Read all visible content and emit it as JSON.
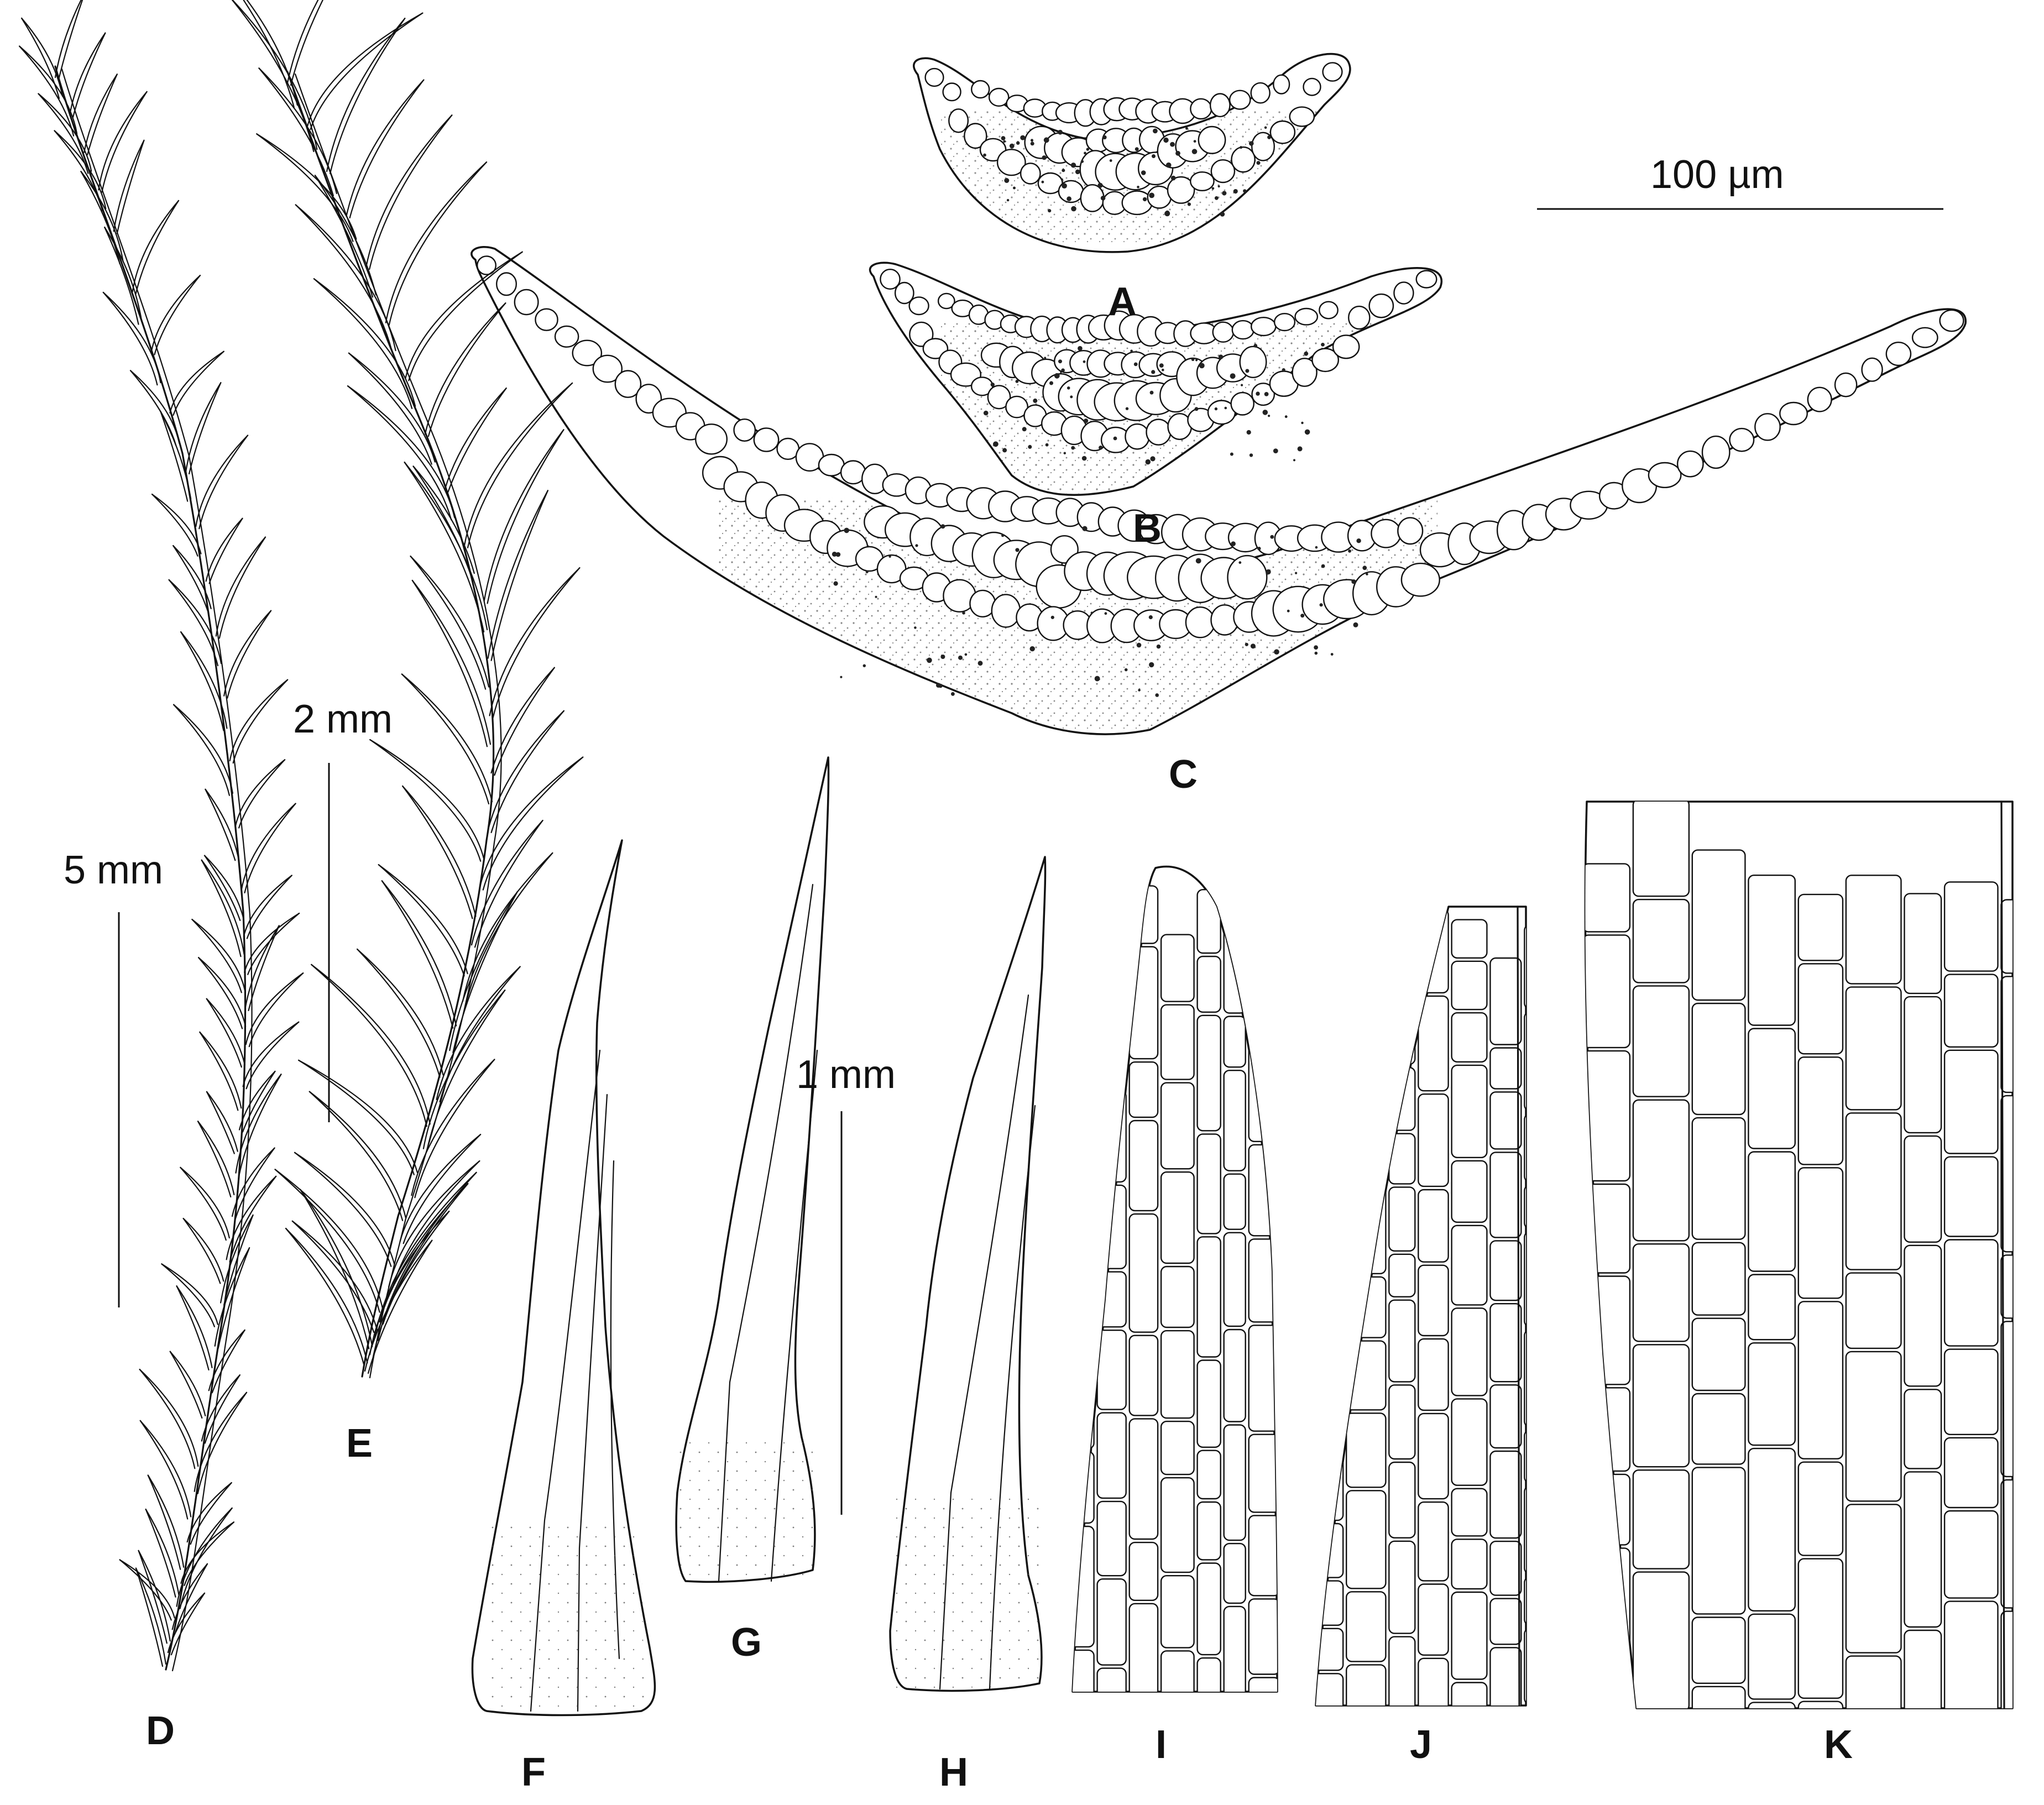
{
  "figure": {
    "panel_labels": {
      "A": "A",
      "B": "B",
      "C": "C",
      "D": "D",
      "E": "E",
      "F": "F",
      "G": "G",
      "H": "H",
      "I": "I",
      "J": "J",
      "K": "K"
    },
    "scale_bars": {
      "micro": "100 µm",
      "two_mm": "2 mm",
      "five_mm": "5 mm",
      "one_mm": "1 mm"
    }
  }
}
